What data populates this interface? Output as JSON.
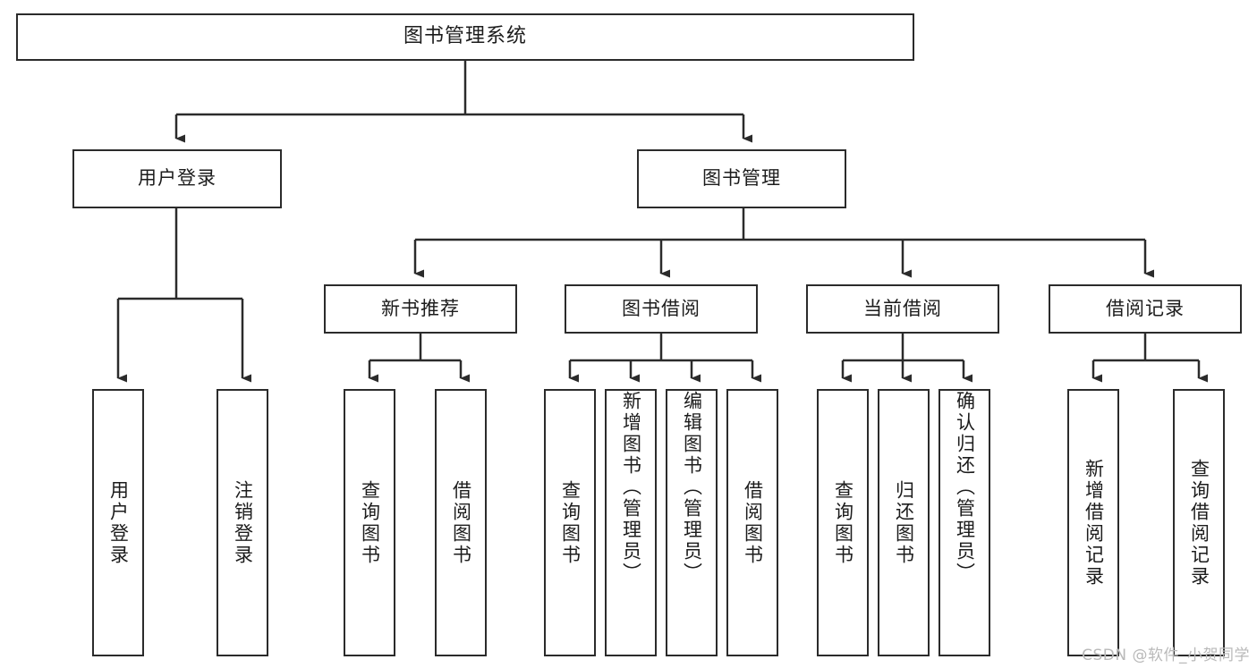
{
  "diagram": {
    "title": "图书管理系统",
    "type": "tree-hierarchy-chart",
    "watermark": "CSDN @软件_小贺同学",
    "colors": {
      "stroke": "#2b2b2b",
      "fill": "#ffffff",
      "text": "#1c1c1c",
      "watermark": "#b9b9b9"
    },
    "root": {
      "label": "图书管理系统"
    },
    "level2": [
      {
        "label": "用户登录"
      },
      {
        "label": "图书管理"
      }
    ],
    "level3": [
      {
        "label": "新书推荐"
      },
      {
        "label": "图书借阅"
      },
      {
        "label": "当前借阅"
      },
      {
        "label": "借阅记录"
      }
    ],
    "leaves": {
      "user_login": [
        {
          "label": "用户登录"
        },
        {
          "label": "注销登录"
        }
      ],
      "new_book": [
        {
          "label": "查询图书"
        },
        {
          "label": "借阅图书"
        }
      ],
      "book_borrow": [
        {
          "label": "查询图书"
        },
        {
          "label": "新增图书（管理员）"
        },
        {
          "label": "编辑图书（管理员）"
        },
        {
          "label": "借阅图书"
        }
      ],
      "current_borrow": [
        {
          "label": "查询图书"
        },
        {
          "label": "归还图书"
        },
        {
          "label": "确认归还（管理员）"
        }
      ],
      "borrow_record": [
        {
          "label": "新增借阅记录"
        },
        {
          "label": "查询借阅记录"
        }
      ]
    }
  }
}
